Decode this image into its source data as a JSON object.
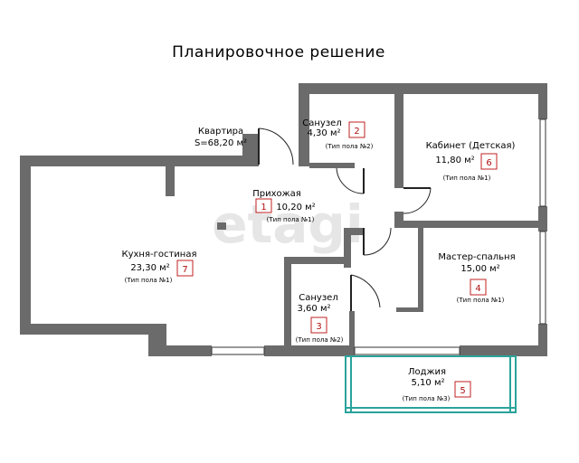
{
  "title": "Планировочное решение",
  "watermark": "etagi",
  "apartment": {
    "label": "Квартира",
    "area": "S=68,20 м²"
  },
  "rooms": [
    {
      "id": "hall",
      "name": "Прихожая",
      "number": "1",
      "area": "10,20 м²",
      "floor": "(Тип пола №1)"
    },
    {
      "id": "bath-top",
      "name": "Санузел",
      "number": "2",
      "area": "4,30 м²",
      "floor": "(Тип пола №2)"
    },
    {
      "id": "bath-mid",
      "name": "Санузел",
      "number": "3",
      "area": "3,60 м²",
      "floor": "(Тип пола №2)"
    },
    {
      "id": "master",
      "name": "Мастер-спальня",
      "number": "4",
      "area": "15,00 м²",
      "floor": "(Тип пола №1)"
    },
    {
      "id": "loggia",
      "name": "Лоджия",
      "number": "5",
      "area": "5,10 м²",
      "floor": "(Тип пола №3)"
    },
    {
      "id": "office",
      "name": "Кабинет (Детская)",
      "number": "6",
      "area": "11,80 м²",
      "floor": "(Тип пола №1)"
    },
    {
      "id": "kitchen",
      "name": "Кухня-гостиная",
      "number": "7",
      "area": "23,30 м²",
      "floor": "(Тип пола №1)"
    }
  ]
}
